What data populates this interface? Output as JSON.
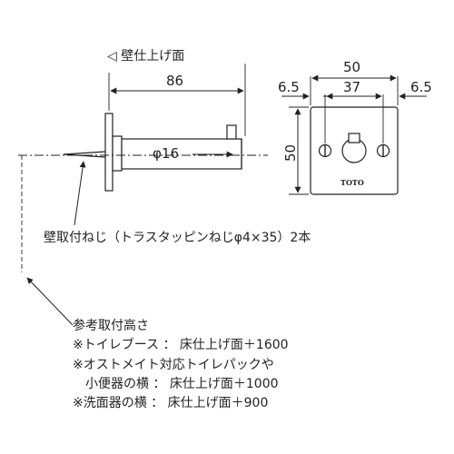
{
  "labels": {
    "wall_finish": "◁ 壁仕上げ面",
    "screw_note": "壁取付ねじ（トラスタッピンねじφ4×35）2本",
    "brand": "TOTO"
  },
  "dimensions": {
    "depth": "86",
    "diameter": "φ16",
    "width": "50",
    "inner": "37",
    "margin_left": "6.5",
    "margin_right": "6.5",
    "height": "50"
  },
  "notes": {
    "title": "参考取付高さ",
    "lines": [
      "※トイレブース ： 床仕上げ面＋1600",
      "※オストメイト対応トイレパックや",
      "　小便器の横 ： 床仕上げ面＋1000",
      "※洗面器の横 ： 床仕上げ面＋900"
    ]
  }
}
